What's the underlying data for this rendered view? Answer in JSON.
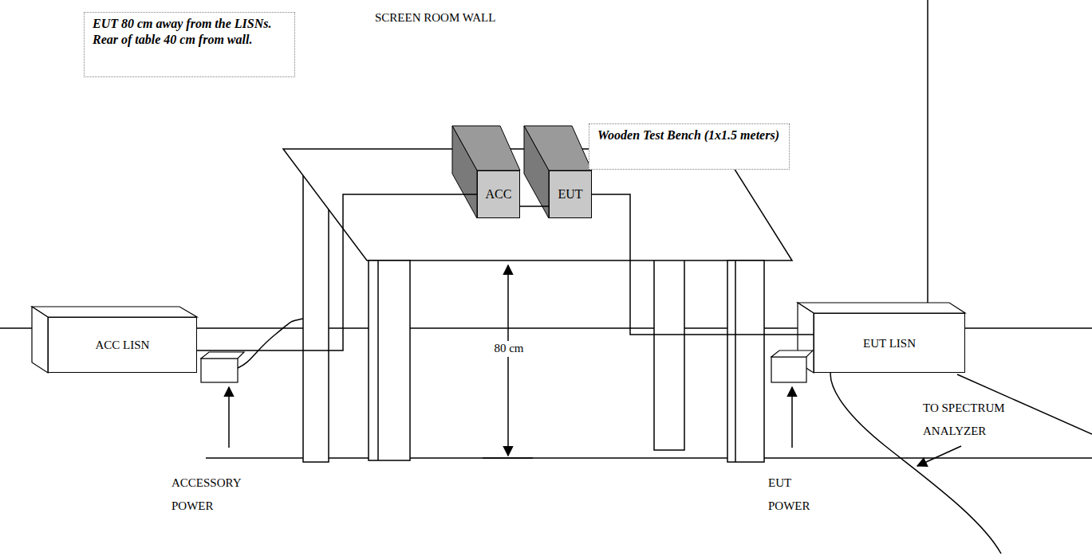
{
  "diagram": {
    "nodes": [
      {
        "text": [
          "EUT 80 cm away from the LISNs. Rear of table 40 cm from wall."
        ]
      },
      {
        "text": [
          "Wooden Test Bench (1x1.5 meters)"
        ]
      },
      {
        "text": [
          "ACC"
        ]
      },
      {
        "text": [
          "EUT"
        ]
      },
      {
        "text": [
          "ACC LISN"
        ]
      },
      {
        "text": [
          "EUT LISN"
        ]
      }
    ],
    "edges": [
      {
        "from": 2,
        "to": 3,
        "arrow": "none"
      },
      {
        "from": 2,
        "to": 4,
        "arrow": "none"
      },
      {
        "from": 3,
        "to": 5,
        "arrow": "none"
      }
    ],
    "labels": [
      "SCREEN ROOM WALL",
      "80 cm",
      "ACCESSORY POWER",
      "EUT POWER",
      "TO SPECTRUM ANALYZER"
    ]
  }
}
